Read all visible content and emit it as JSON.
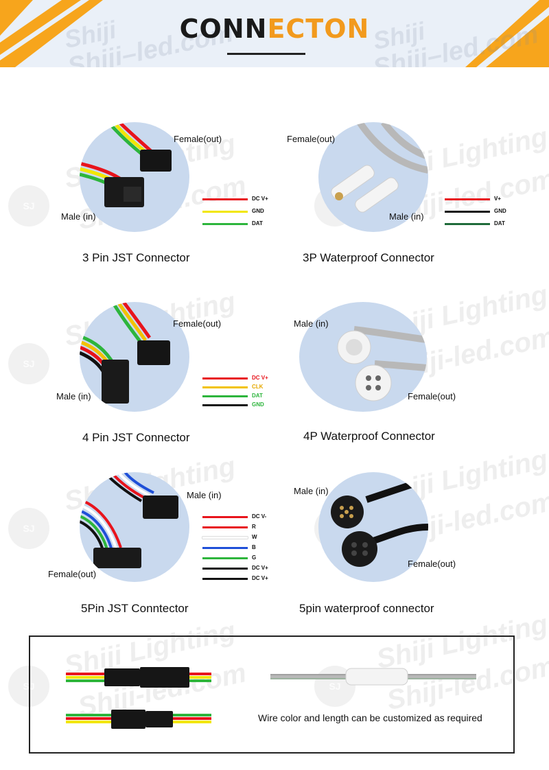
{
  "header": {
    "title_dark": "CONN",
    "title_accent": "ECTON",
    "accent_color": "#f29a1d",
    "background_color": "#eaf0f8"
  },
  "watermark": {
    "text_a": "Shiji Lighting",
    "text_b": "Shiji-led.com",
    "header_a": "Shiji",
    "header_b": "Shiji–led.com",
    "logo": "SJ"
  },
  "connectors": [
    {
      "caption": "3 Pin JST Connector",
      "label_out": "Female(out)",
      "label_in": "Male (in)",
      "legend": [
        {
          "color": "#e8141c",
          "text": "DC V+",
          "text_color": "#111111"
        },
        {
          "color": "#f2e600",
          "text": "GND",
          "text_color": "#111111"
        },
        {
          "color": "#2db53c",
          "text": "DAT",
          "text_color": "#111111"
        }
      ]
    },
    {
      "caption": "3P Waterproof Connector",
      "label_out": "Female(out)",
      "label_in": "Male (in)",
      "legend": [
        {
          "color": "#e8141c",
          "text": "V+",
          "text_color": "#111111"
        },
        {
          "color": "#111111",
          "text": "GND",
          "text_color": "#111111"
        },
        {
          "color": "#1f6b3a",
          "text": "DAT",
          "text_color": "#111111"
        }
      ]
    },
    {
      "caption": "4 Pin JST Connector",
      "label_out": "Female(out)",
      "label_in": "Male (in)",
      "legend": [
        {
          "color": "#e8141c",
          "text": "DC V+",
          "text_color": "#e8141c"
        },
        {
          "color": "#f2c200",
          "text": "CLK",
          "text_color": "#e6a800"
        },
        {
          "color": "#2db53c",
          "text": "DAT",
          "text_color": "#2db53c"
        },
        {
          "color": "#111111",
          "text": "GND",
          "text_color": "#2db53c"
        }
      ]
    },
    {
      "caption": "4P Waterproof Connector",
      "label_in": "Male (in)",
      "label_out": "Female(out)"
    },
    {
      "caption": "5Pin JST Conntector",
      "label_in": "Male (in)",
      "label_out": "Female(out)",
      "legend": [
        {
          "color": "#e8141c",
          "text": "DC V-",
          "text_color": "#111111"
        },
        {
          "color": "#e8141c",
          "text": "R",
          "text_color": "#111111"
        },
        {
          "color": "#ffffff",
          "text": "W",
          "text_color": "#111111"
        },
        {
          "color": "#1e4fd8",
          "text": "B",
          "text_color": "#111111"
        },
        {
          "color": "#2db53c",
          "text": "G",
          "text_color": "#111111"
        },
        {
          "color": "#111111",
          "text": "DC V+",
          "text_color": "#111111"
        },
        {
          "color": "#111111",
          "text": "DC V+",
          "text_color": "#111111"
        }
      ]
    },
    {
      "caption": "5pin waterproof connector",
      "label_in": "Male (in)",
      "label_out": "Female(out)"
    }
  ],
  "bottom_box": {
    "note": "Wire color and length can be customized as required"
  }
}
